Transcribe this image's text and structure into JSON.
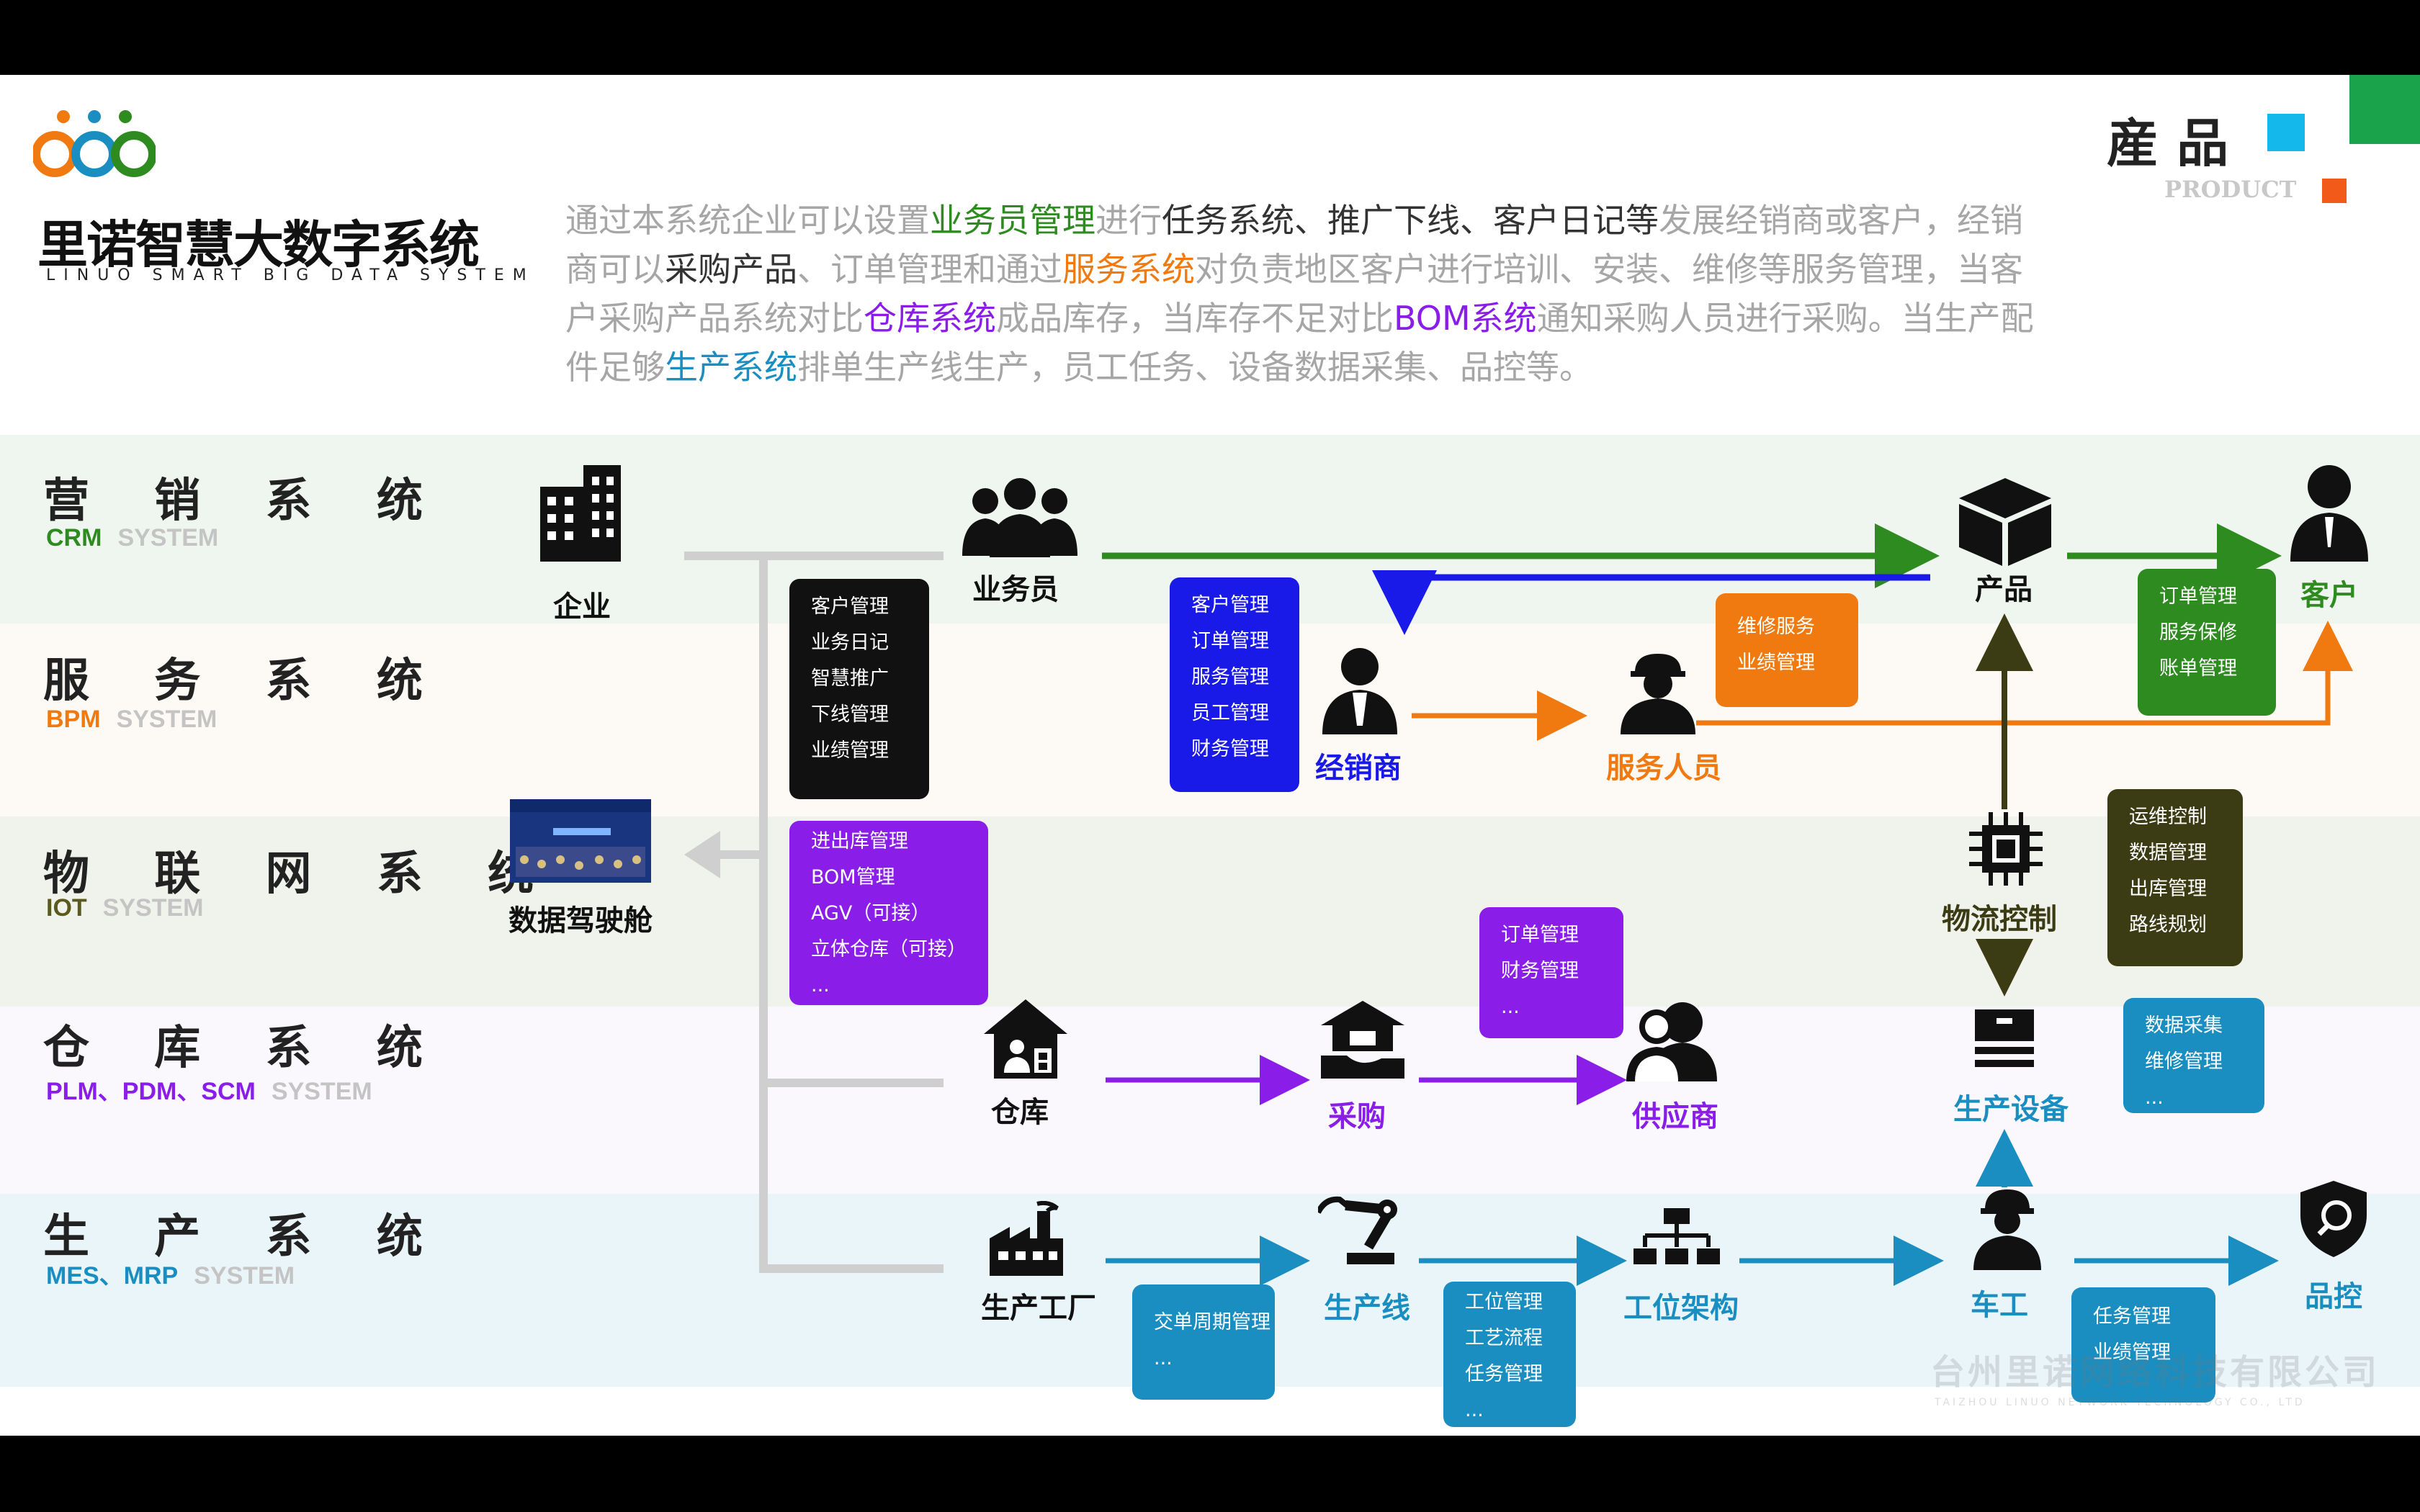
{
  "header": {
    "brand_title": "里诺智慧大数字系统",
    "brand_subtitle": "LINUO SMART BIG DATA SYSTEM",
    "badge_title": "産 品",
    "badge_subtitle": "PRODUCT",
    "description_segments": [
      {
        "text": "通过本系统企业可以设置",
        "color": "#a6a6a6"
      },
      {
        "text": "业务员管理",
        "color": "#2e8b1f"
      },
      {
        "text": "进行",
        "color": "#a6a6a6"
      },
      {
        "text": "任务系统、推广下线、客户日记等",
        "color": "#333333"
      },
      {
        "text": "发展经销商或客户，经销商可以",
        "color": "#a6a6a6"
      },
      {
        "text": "采购产品",
        "color": "#333333"
      },
      {
        "text": "、订单管理和通过",
        "color": "#a6a6a6"
      },
      {
        "text": "服务系统",
        "color": "#f07a10"
      },
      {
        "text": "对负责地区客户进行培训、安装、维修等服务管理，当客户采购产品系统对比",
        "color": "#a6a6a6"
      },
      {
        "text": "仓库系统",
        "color": "#8a1ee8"
      },
      {
        "text": "成品库存，当库存不足对比",
        "color": "#a6a6a6"
      },
      {
        "text": "BOM系统",
        "color": "#8a1ee8"
      },
      {
        "text": "通知采购人员进行采购。当生产配件足够",
        "color": "#a6a6a6"
      },
      {
        "text": "生产系统",
        "color": "#1a8ec0"
      },
      {
        "text": "排单生产线生产，员工任务、设备数据采集、品控等。",
        "color": "#a6a6a6"
      }
    ]
  },
  "systems": [
    {
      "title": "营 销 系 统",
      "code": "CRM",
      "suffix": "SYSTEM",
      "color": "#2e8b1f"
    },
    {
      "title": "服 务 系 统",
      "code": "BPM",
      "suffix": "SYSTEM",
      "color": "#f07a10"
    },
    {
      "title": "物 联 网 系 统",
      "code": "IOT",
      "suffix": "SYSTEM",
      "color": "#5a5a1e"
    },
    {
      "title": "仓 库 系 统",
      "code": "PLM、PDM、SCM",
      "suffix": "SYSTEM",
      "color": "#8a1ee8"
    },
    {
      "title": "生 产 系 统",
      "code": "MES、MRP",
      "suffix": "SYSTEM",
      "color": "#1a8ec0"
    }
  ],
  "nodes": {
    "enterprise": "企业",
    "cockpit": "数据驾驶舱",
    "salesman": "业务员",
    "product": "产品",
    "customer": "客户",
    "dealer": "经销商",
    "service_staff": "服务人员",
    "logistics": "物流控制",
    "warehouse": "仓库",
    "purchase": "采购",
    "supplier": "供应商",
    "equipment": "生产设备",
    "factory": "生产工厂",
    "production_line": "生产线",
    "workstation": "工位架构",
    "worker": "车工",
    "qc": "品控"
  },
  "bubbles": {
    "salesman": [
      "客户管理",
      "业务日记",
      "智慧推广",
      "下线管理",
      "业绩管理"
    ],
    "dealer": [
      "客户管理",
      "订单管理",
      "服务管理",
      "员工管理",
      "财务管理"
    ],
    "service": [
      "维修服务",
      "业绩管理"
    ],
    "customer": [
      "订单管理",
      "服务保修",
      "账单管理"
    ],
    "warehouse": [
      "进出库管理",
      "BOM管理",
      "AGV（可接）",
      "立体仓库（可接）",
      "..."
    ],
    "supplier": [
      "订单管理",
      "财务管理",
      "..."
    ],
    "logistics": [
      "运维控制",
      "数据管理",
      "出库管理",
      "路线规划"
    ],
    "equipment": [
      "数据采集",
      "维修管理",
      "..."
    ],
    "factory": [
      "交单周期管理",
      "..."
    ],
    "line": [
      "工位管理",
      "工艺流程",
      "任务管理",
      "..."
    ],
    "worker": [
      "任务管理",
      "业绩管理"
    ]
  },
  "watermark": {
    "company": "台州里诺网络科技有限公司",
    "company_en": "TAIZHOU LINUO NETWORK TECHNOLOGY CO., LTD"
  },
  "colors": {
    "crm": "#2e8b1f",
    "bpm": "#f07a10",
    "iot": "#3c3c14",
    "warehouse": "#8a1ee8",
    "production": "#1a8ec0",
    "blue": "#1a1ae8",
    "cyan_badge": "#14b8ea",
    "orange_badge": "#f25a1a"
  }
}
